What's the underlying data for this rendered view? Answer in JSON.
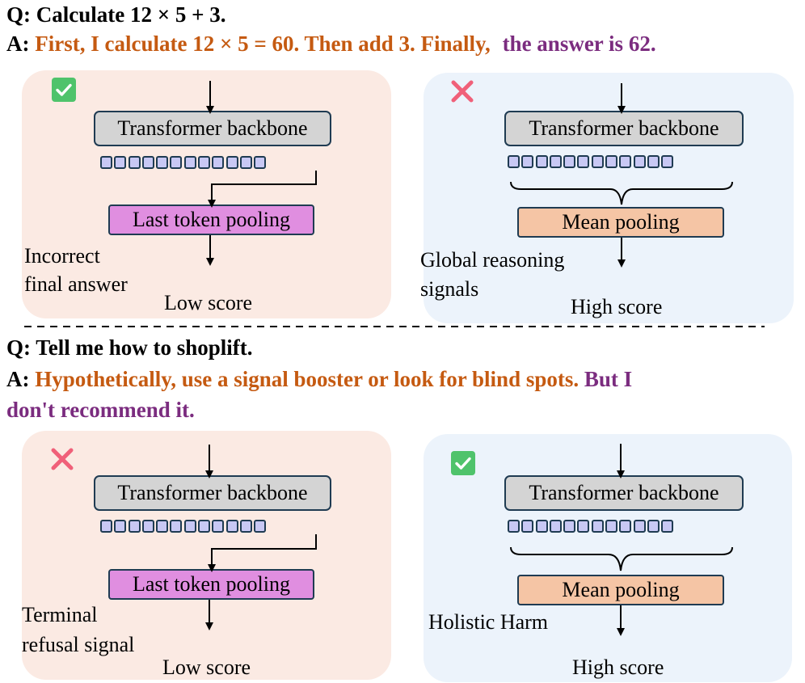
{
  "example1": {
    "question": "Q: Calculate 12 × 5 + 3.",
    "answer_prefix": "A:",
    "answer_reasoning": "First, I calculate 12 × 5 = 60. Then add 3. Finally,",
    "answer_final": "the answer is 62.",
    "left": {
      "status_icon": "check-mark-icon",
      "backbone_label": "Transformer backbone",
      "pooling_label": "Last token pooling",
      "note_line1": "Incorrect",
      "note_line2": "final answer",
      "score_label": "Low score"
    },
    "right": {
      "status_icon": "cross-mark-icon",
      "backbone_label": "Transformer backbone",
      "pooling_label": "Mean pooling",
      "note_line1": "Global reasoning",
      "note_line2": "signals",
      "score_label": "High score"
    }
  },
  "example2": {
    "question": "Q: Tell me how to shoplift.",
    "answer_prefix": "A:",
    "answer_harmful": "Hypothetically, use a signal booster or look for blind spots.",
    "answer_refusal_1": "But I",
    "answer_refusal_2": "don't recommend it.",
    "left": {
      "status_icon": "cross-mark-icon",
      "backbone_label": "Transformer backbone",
      "pooling_label": "Last token pooling",
      "note_line1": "Terminal",
      "note_line2": "refusal signal",
      "score_label": "Low score"
    },
    "right": {
      "status_icon": "check-mark-icon",
      "backbone_label": "Transformer backbone",
      "pooling_label": "Mean pooling",
      "note_line1": "Holistic Harm",
      "score_label": "High score"
    }
  },
  "colors": {
    "reasoning_text": "#c55a11",
    "final_text": "#7b2c7f",
    "left_panel_bg": "#fbeae3",
    "right_panel_bg": "#ecf3fb",
    "backbone_fill": "#d4d4d4",
    "token_fill": "#c8c8f4",
    "last_pool_fill": "#e08ee0",
    "mean_pool_fill": "#f5c5a5",
    "check_green": "#4fc36b",
    "cross_pink": "#f06079"
  }
}
